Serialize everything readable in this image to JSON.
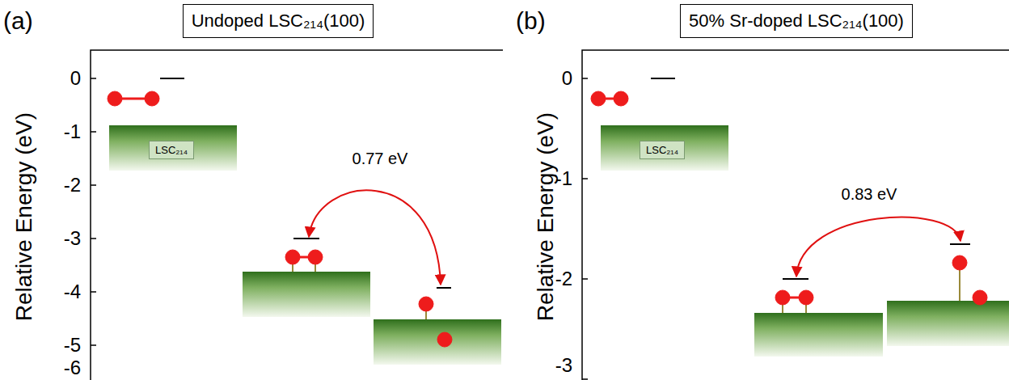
{
  "diagram": {
    "nodes": [
      {
        "text": [
          "Undoped LSC₂₁₄(100)"
        ]
      },
      {
        "text": [
          "LSC₂₁₄"
        ]
      },
      {
        "text": [
          "50% Sr-doped LSC₂₁₄(100)"
        ]
      },
      {
        "text": [
          "LSC₂₁₄"
        ]
      }
    ],
    "labels": [
      "(a)",
      "Relative Energy (eV)",
      "0",
      "-1",
      "-2",
      "-3",
      "-4",
      "-5",
      "-6",
      "0.77 eV",
      "(b)",
      "Relative Energy (eV)",
      "0",
      "-1",
      "-2",
      "-3",
      "0.83 eV"
    ]
  }
}
